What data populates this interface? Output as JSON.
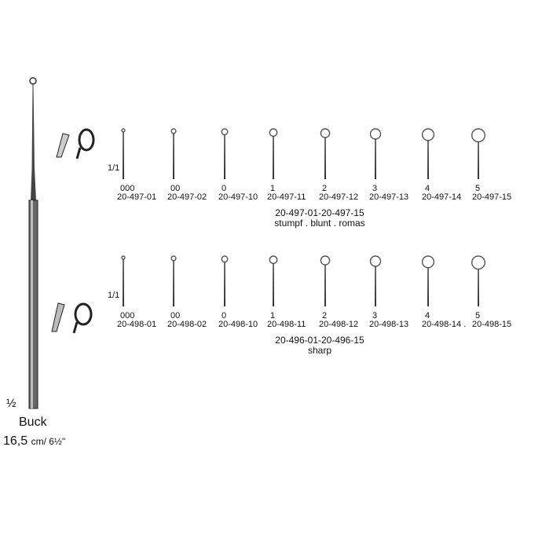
{
  "main_instrument": {
    "scale": "½",
    "name": "Buck",
    "length": "16,5",
    "unit": "cm/ 6½\""
  },
  "rows": [
    {
      "scale": "1/1",
      "range": "20-497-01-20-497-15",
      "description": "stumpf . blunt . romas",
      "items": [
        {
          "size": "000",
          "code": "20-497-01"
        },
        {
          "size": "00",
          "code": "20-497-02"
        },
        {
          "size": "0",
          "code": "20-497-10"
        },
        {
          "size": "1",
          "code": "20-497-11"
        },
        {
          "size": "2",
          "code": "20-497-12"
        },
        {
          "size": "3",
          "code": "20-497-13"
        },
        {
          "size": "4",
          "code": "20-497-14"
        },
        {
          "size": "5",
          "code": "20-497-15"
        }
      ]
    },
    {
      "scale": "1/1",
      "range": "20-496-01-20-496-15",
      "description": "sharp",
      "items": [
        {
          "size": "000",
          "code": "20-498-01"
        },
        {
          "size": "00",
          "code": "20-498-02"
        },
        {
          "size": "0",
          "code": "20-498-10"
        },
        {
          "size": "1",
          "code": "20-498-11"
        },
        {
          "size": "2",
          "code": "20-498-12"
        },
        {
          "size": "3",
          "code": "20-498-13"
        },
        {
          "size": "4",
          "code": "20-498-14 ."
        },
        {
          "size": "5",
          "code": "20-498-15"
        }
      ]
    }
  ]
}
